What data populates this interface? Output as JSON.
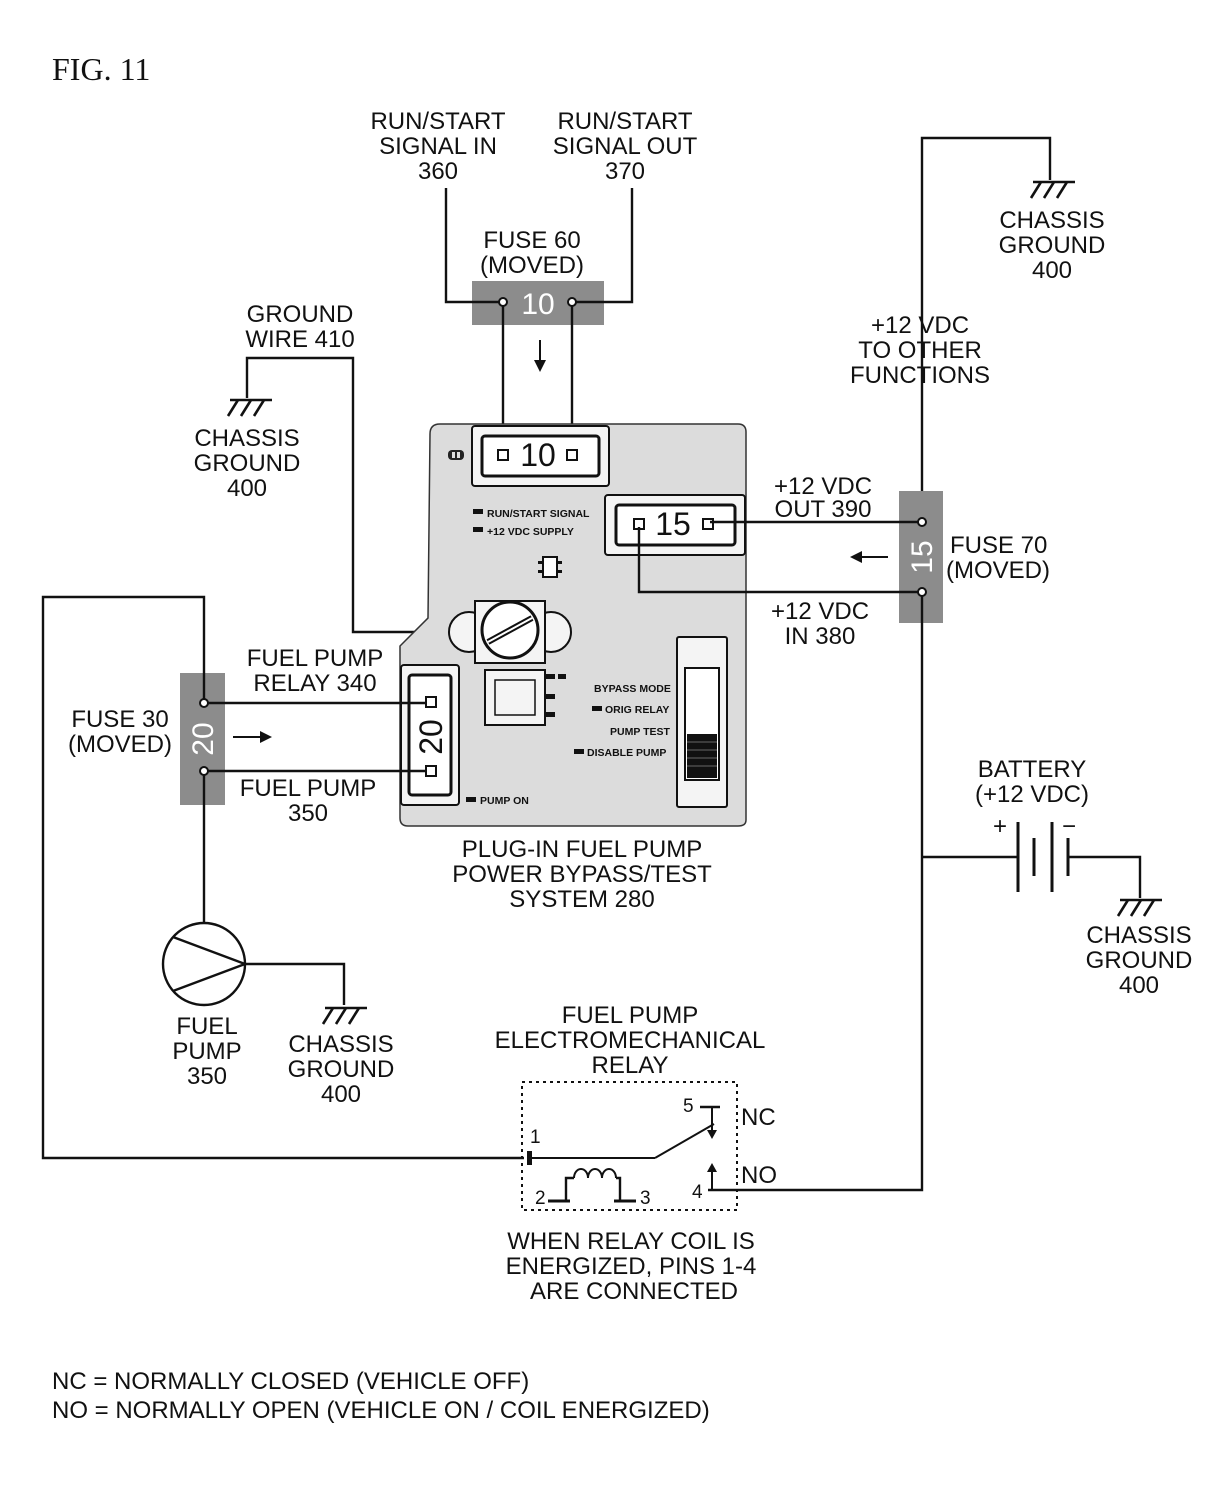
{
  "figure": {
    "title": "FIG. 11"
  },
  "labels": {
    "run_start_in": [
      "RUN/START",
      "SIGNAL IN",
      "360"
    ],
    "run_start_out": [
      "RUN/START",
      "SIGNAL OUT",
      "370"
    ],
    "fuse60": [
      "FUSE 60",
      "(MOVED)"
    ],
    "fuse60_value": "10",
    "ground_wire": [
      "GROUND",
      "WIRE 410"
    ],
    "chassis_ground_left": [
      "CHASSIS",
      "GROUND",
      "400"
    ],
    "chassis_ground_top_right": [
      "CHASSIS",
      "GROUND",
      "400"
    ],
    "vdc_other": [
      "+12 VDC",
      "TO OTHER",
      "FUNCTIONS"
    ],
    "vdc_out": [
      "+12 VDC",
      "OUT 390"
    ],
    "vdc_in": [
      "+12 VDC",
      "IN 380"
    ],
    "fuse70": [
      "FUSE 70",
      "(MOVED)"
    ],
    "fuse70_value": "15",
    "fuel_pump_relay": [
      "FUEL PUMP",
      "RELAY 340"
    ],
    "fuse30": [
      "FUSE 30",
      "(MOVED)"
    ],
    "fuse30_value": "20",
    "fuel_pump_350": [
      "FUEL PUMP",
      "350"
    ],
    "system": [
      "PLUG-IN FUEL PUMP",
      "POWER BYPASS/TEST",
      "SYSTEM 280"
    ],
    "battery": [
      "BATTERY",
      "(+12 VDC)"
    ],
    "battery_plus": "+",
    "battery_minus": "−",
    "chassis_ground_battery": [
      "CHASSIS",
      "GROUND",
      "400"
    ],
    "fuel_pump_symbol": [
      "FUEL",
      "PUMP",
      "350"
    ],
    "chassis_ground_pump": [
      "CHASSIS",
      "GROUND",
      "400"
    ],
    "relay_title": [
      "FUEL PUMP",
      "ELECTROMECHANICAL",
      "RELAY"
    ],
    "relay_note": [
      "WHEN RELAY COIL IS",
      "ENERGIZED, PINS 1-4",
      "ARE CONNECTED"
    ],
    "nc": "NC",
    "no": "NO",
    "pins": [
      "1",
      "2",
      "3",
      "4",
      "5"
    ]
  },
  "board": {
    "slot_top": "10",
    "slot_right": "15",
    "slot_left": "20",
    "led_run_start": "RUN/START SIGNAL",
    "led_supply": "+12 VDC SUPPLY",
    "bypass_mode": "BYPASS MODE",
    "orig_relay": "ORIG RELAY",
    "pump_test": "PUMP TEST",
    "disable_pump": "DISABLE PUMP",
    "pump_on": "PUMP ON"
  },
  "legend": [
    "NC = NORMALLY CLOSED (VEHICLE OFF)",
    "NO = NORMALLY OPEN (VEHICLE ON / COIL ENERGIZED)"
  ]
}
